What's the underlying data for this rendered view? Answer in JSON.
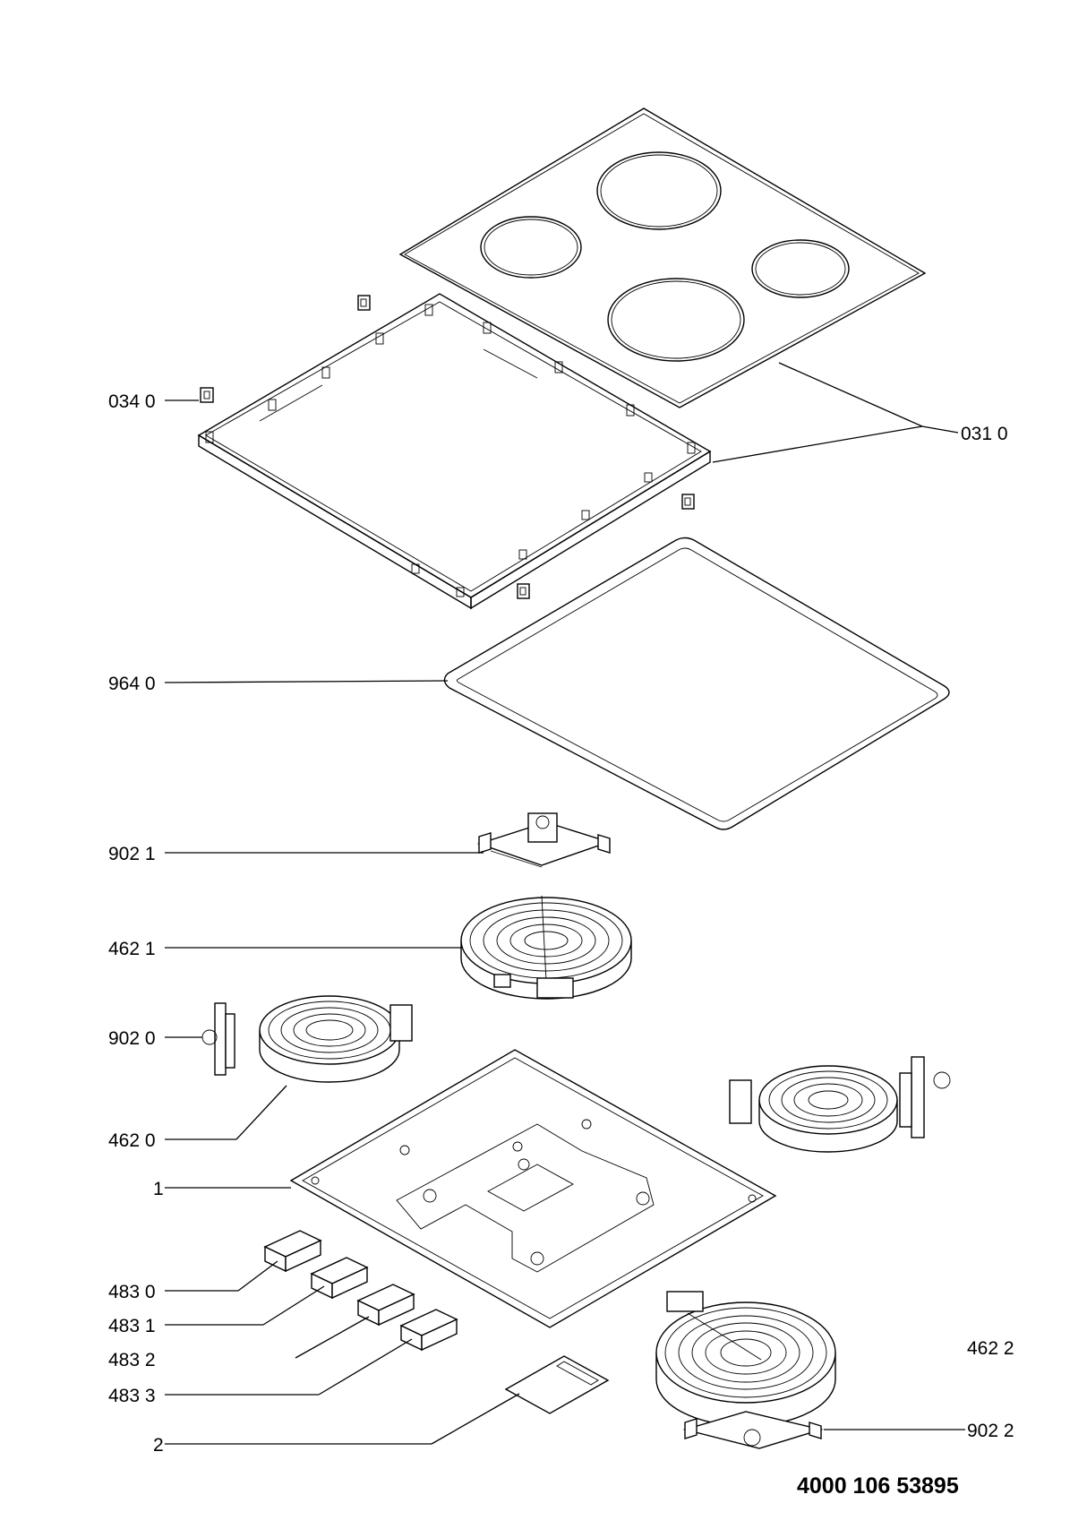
{
  "document_number": "4000 106 53895",
  "callouts": [
    {
      "id": "c-0340",
      "text": "034 0"
    },
    {
      "id": "c-0310",
      "text": "031 0"
    },
    {
      "id": "c-9640",
      "text": "964 0"
    },
    {
      "id": "c-9021",
      "text": "902 1"
    },
    {
      "id": "c-4621",
      "text": "462 1"
    },
    {
      "id": "c-9020",
      "text": "902 0"
    },
    {
      "id": "c-4620",
      "text": "462 0"
    },
    {
      "id": "c-1",
      "text": "1"
    },
    {
      "id": "c-4830",
      "text": "483 0"
    },
    {
      "id": "c-4831",
      "text": "483 1"
    },
    {
      "id": "c-4832",
      "text": "483 2"
    },
    {
      "id": "c-4833",
      "text": "483 3"
    },
    {
      "id": "c-2",
      "text": "2"
    },
    {
      "id": "c-4622",
      "text": "462 2"
    },
    {
      "id": "c-9022",
      "text": "902 2"
    }
  ]
}
